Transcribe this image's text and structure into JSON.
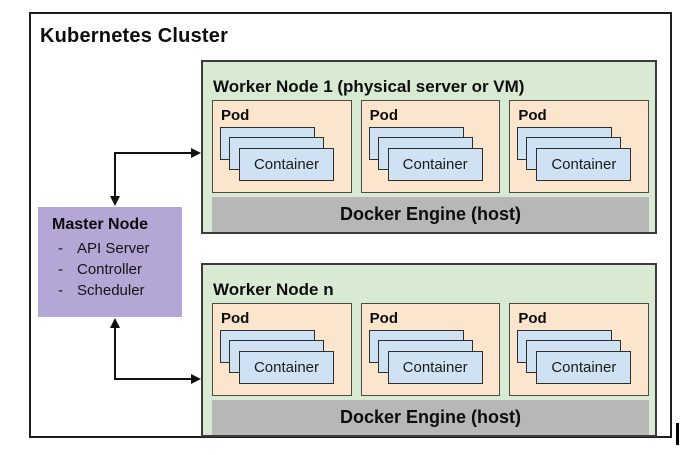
{
  "diagram": {
    "title": "Kubernetes Cluster",
    "master_node": {
      "title": "Master Node",
      "bullet": "-",
      "items": [
        "API Server",
        "Controller",
        "Scheduler"
      ]
    },
    "worker_nodes": [
      {
        "title": "Worker Node 1 (physical server or VM)",
        "docker_label": "Docker Engine (host)",
        "pods": [
          {
            "label": "Pod",
            "container_label": "Container"
          },
          {
            "label": "Pod",
            "container_label": "Container"
          },
          {
            "label": "Pod",
            "container_label": "Container"
          }
        ]
      },
      {
        "title": "Worker Node n",
        "docker_label": "Docker Engine (host)",
        "pods": [
          {
            "label": "Pod",
            "container_label": "Container"
          },
          {
            "label": "Pod",
            "container_label": "Container"
          },
          {
            "label": "Pod",
            "container_label": "Container"
          }
        ]
      }
    ],
    "colors": {
      "master_fill": "#b4a7d6",
      "worker_fill": "#d9ead3",
      "pod_fill": "#fce5cd",
      "container_fill": "#cfe2f3",
      "docker_fill": "#b7b7b7",
      "frame_border": "#1f1f1f",
      "arrow": "#111111"
    }
  }
}
